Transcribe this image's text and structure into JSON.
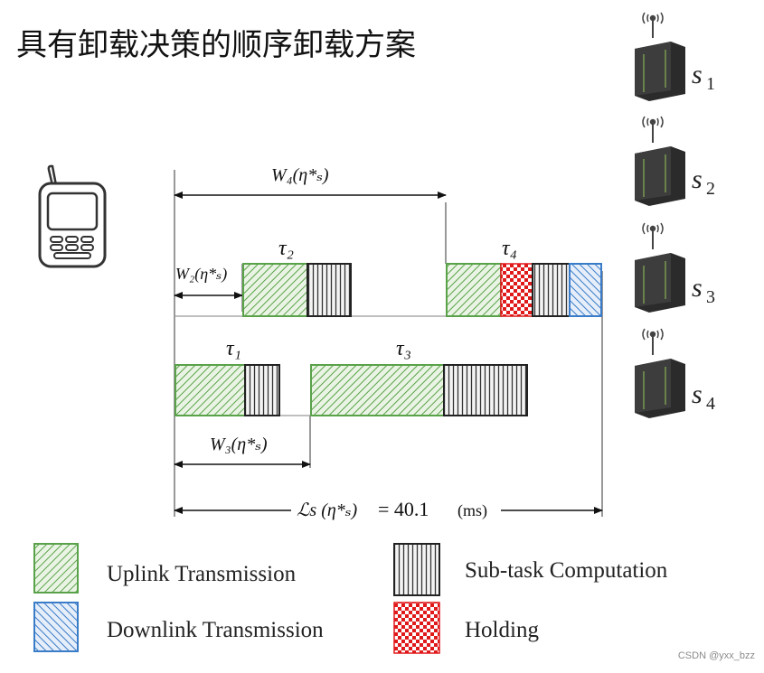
{
  "title": "具有卸载决策的顺序卸载方案",
  "watermark": "CSDN @yxx_bzz",
  "labels": {
    "w4": "W₄(η*ₛ)",
    "w2": "W₂(η*ₛ)",
    "w3": "W₃(η*ₛ)",
    "tau1": "τ₁",
    "tau2": "τ₂",
    "tau3": "τ₃",
    "tau4": "τ₄",
    "ls_lhs": "ℒs (η*ₛ)",
    "ls_eq": "= 40.1",
    "ls_unit": "(ms)"
  },
  "servers": [
    {
      "label": "s",
      "sub": "1"
    },
    {
      "label": "s",
      "sub": "2"
    },
    {
      "label": "s",
      "sub": "3"
    },
    {
      "label": "s",
      "sub": "4"
    }
  ],
  "legend": {
    "uplink": "Uplink Transmission",
    "downlink": "Downlink Transmission",
    "compute": "Sub-task Computation",
    "holding": "Holding"
  },
  "colors": {
    "uplink": "#5aa24a",
    "downlink": "#3a7cc8",
    "holding": "#e0191b",
    "compute": "#222222"
  }
}
